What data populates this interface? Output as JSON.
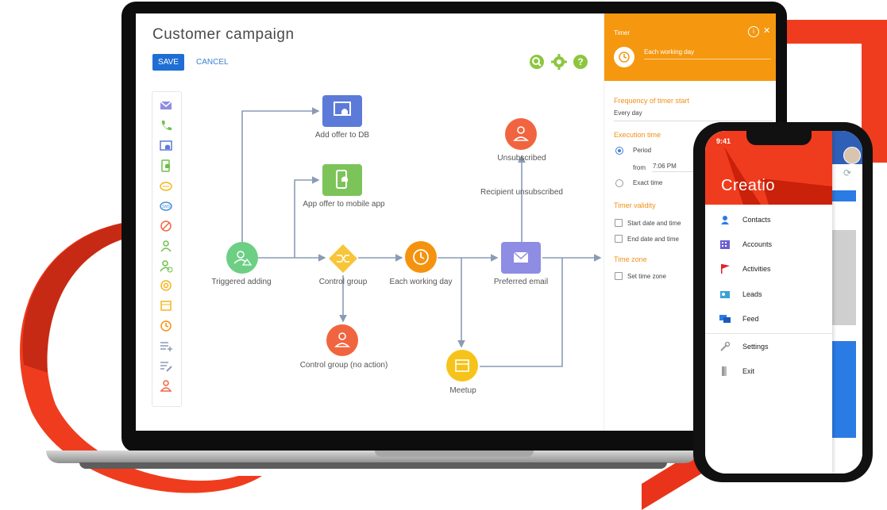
{
  "app": {
    "title": "Customer campaign",
    "save_label": "SAVE",
    "cancel_label": "CANCEL"
  },
  "toolbar_icons": [
    "search-icon",
    "gear-icon",
    "help-icon"
  ],
  "palette_icons": [
    "email-icon",
    "phone-icon",
    "db-bell-icon",
    "mobile-bell-icon",
    "chat-icon",
    "sms-icon",
    "no-contact-icon",
    "contact-icon",
    "contact-add-icon",
    "target-icon",
    "calendar-icon",
    "timer-icon",
    "list-add-icon",
    "list-edit-icon",
    "person-icon"
  ],
  "flow": {
    "nodes": {
      "add_offer_db": "Add offer to DB",
      "app_offer_mobile": "App offer to mobile app",
      "triggered_adding": "Triggered adding",
      "control_group": "Control group",
      "each_working_day": "Each working day",
      "preferred_email": "Preferred email",
      "unsubscribed": "Unsubscribed",
      "recipient_unsubscribed": "Recipient unsubscribed",
      "control_group_no_action": "Control group (no action)",
      "meetup": "Meetup"
    },
    "colors": {
      "blue_square": "#5c7bd8",
      "green_square": "#7cc459",
      "green_circle": "#6ccf84",
      "yellow_diamond": "#f8c53a",
      "orange_circle": "#f5930f",
      "purple_square": "#8e8ce3",
      "red_circle": "#f0653f",
      "yellow_circle": "#f6c31a"
    }
  },
  "panel": {
    "header_title": "Timer",
    "header_value": "Each working day",
    "frequency_label": "Frequency of timer start",
    "frequency_value": "Every day",
    "execution_label": "Execution time",
    "period_label": "Period",
    "from_label": "from",
    "from_value": "7:06 PM",
    "exact_label": "Exact time",
    "validity_label": "Timer validity",
    "start_date_label": "Start date and time",
    "end_date_label": "End date and time",
    "timezone_label": "Time zone",
    "set_timezone_label": "Set time zone"
  },
  "phone": {
    "time": "9:41",
    "brand": "Creatio",
    "menu": [
      {
        "label": "Contacts",
        "icon": "contacts-icon"
      },
      {
        "label": "Accounts",
        "icon": "accounts-icon"
      },
      {
        "label": "Activities",
        "icon": "flag-icon"
      },
      {
        "label": "Leads",
        "icon": "leads-icon"
      },
      {
        "label": "Feed",
        "icon": "feed-icon"
      },
      {
        "label": "Settings",
        "icon": "wrench-icon"
      },
      {
        "label": "Exit",
        "icon": "exit-icon"
      }
    ]
  },
  "brand_color": "#f03c1e"
}
